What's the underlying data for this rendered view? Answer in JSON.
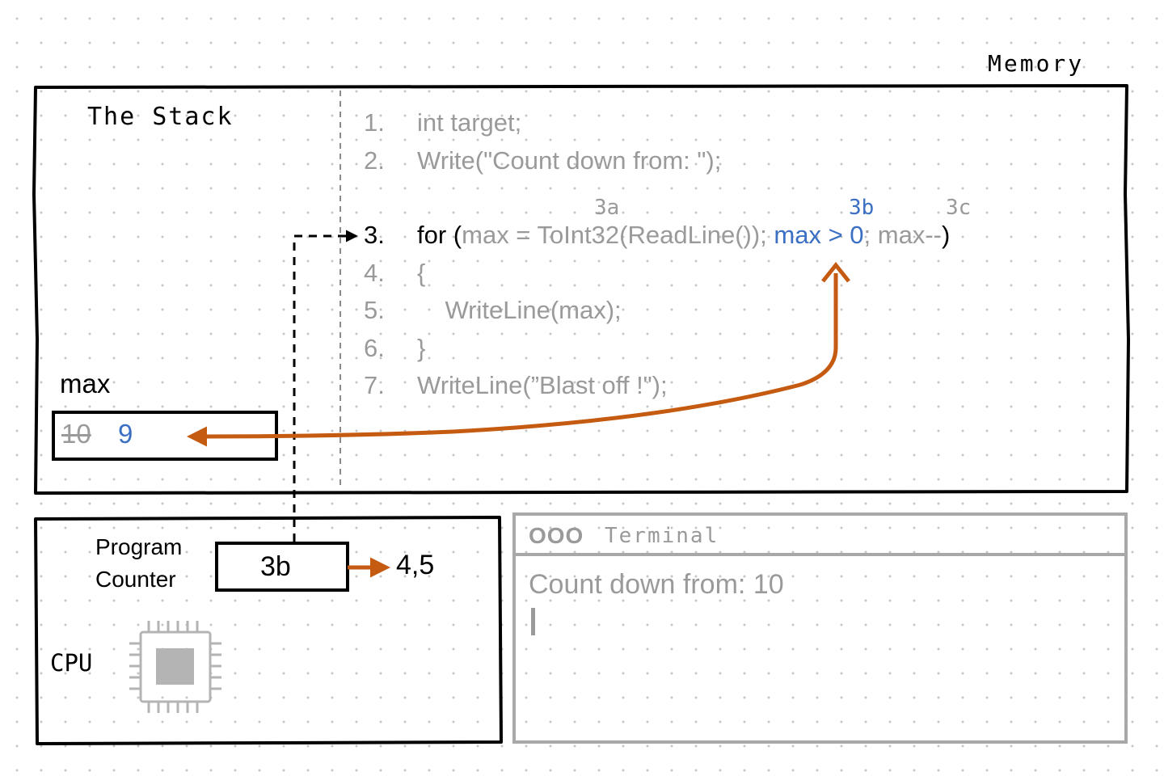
{
  "memory": {
    "label": "Memory"
  },
  "stack": {
    "title": "The Stack",
    "variable": {
      "name": "max",
      "old_value": "10",
      "new_value": "9"
    }
  },
  "code": {
    "lines": [
      {
        "num": "1.",
        "text": "int target;"
      },
      {
        "num": "2.",
        "text": "Write(\"Count down from: \");"
      },
      {
        "num": "3.",
        "parts": {
          "open": "for (",
          "init": "max = ToInt32(ReadLine()); ",
          "cond": "max > 0",
          "sep": "; ",
          "iter": "max--",
          "close": ")"
        }
      },
      {
        "num": "4.",
        "text": "{"
      },
      {
        "num": "5.",
        "text": "    WriteLine(max);"
      },
      {
        "num": "6.",
        "text": "}"
      },
      {
        "num": "7.",
        "text": "WriteLine(”Blast off !\");"
      }
    ],
    "steps": {
      "a": "3a",
      "b": "3b",
      "c": "3c"
    }
  },
  "cpu": {
    "label": "CPU",
    "program_counter": {
      "label_line1": "Program",
      "label_line2": "Counter",
      "value": "3b",
      "next": "4,5"
    }
  },
  "terminal": {
    "title": "Terminal",
    "window_buttons": "OOO",
    "output": "Count down from: 10"
  },
  "colors": {
    "arrow": "#c55a11",
    "highlight": "#3a6fc4",
    "muted": "#9a9a9a"
  }
}
